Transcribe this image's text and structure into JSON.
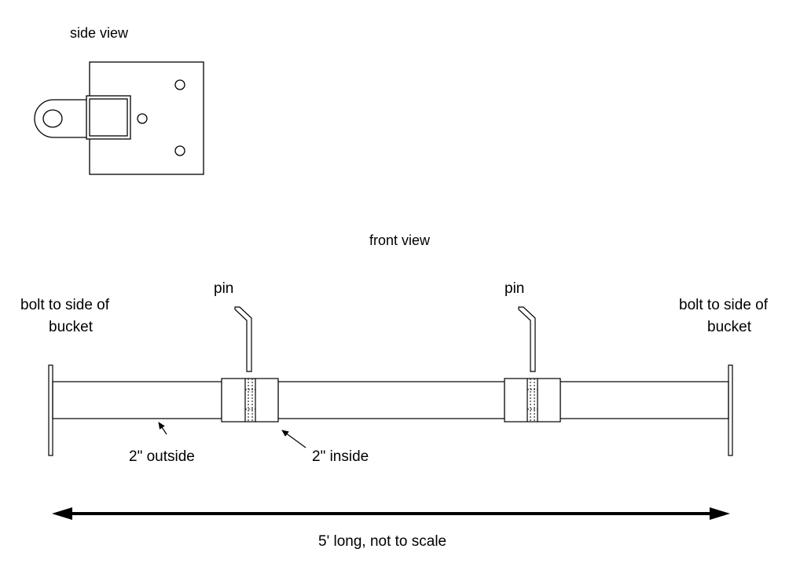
{
  "labels": {
    "side_view": "side view",
    "front_view": "front view",
    "pin_left": "pin",
    "pin_right": "pin",
    "bolt_left_line1": "bolt to side of",
    "bolt_left_line2": "bucket",
    "bolt_right_line1": "bolt to side of",
    "bolt_right_line2": "bucket",
    "outside": "2\" outside",
    "inside": "2\" inside",
    "length_note": "5' long, not to scale"
  },
  "colors": {
    "line": "#000000",
    "background": "#ffffff"
  }
}
